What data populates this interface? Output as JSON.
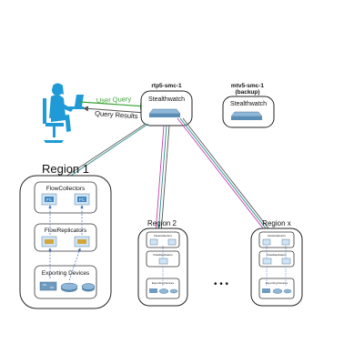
{
  "user": {
    "query_label": "User Query",
    "results_label": "Query Results"
  },
  "primary_smc": {
    "hostname": "rtp5-smc-1",
    "product": "Stealthwatch"
  },
  "backup_smc": {
    "hostname": "mtv5-smc-1",
    "role": "(backup)",
    "product": "Stealthwatch"
  },
  "region1": {
    "title": "Region 1",
    "flowcollectors_label": "FlowCollectors",
    "flowreplicators_label": "FlowReplicators",
    "exporting_label": "Exporting Devices",
    "fc_chip_text": "FC"
  },
  "region2": {
    "title": "Region 2",
    "flowcollectors_label": "FlowCollectors",
    "flowreplicators_label": "FlowReplicators",
    "exporting_label": "Exporting Devices"
  },
  "regionx": {
    "title": "Region x",
    "flowcollectors_label": "FlowCollectors",
    "flowreplicators_label": "FlowReplicators",
    "exporting_label": "Exporting Devices"
  },
  "ellipsis": "• • •",
  "colors": {
    "user_blue": "#1f9ad6",
    "query_green": "#3aa335",
    "link_teal": "#2a8c8c",
    "link_magenta": "#c040b0",
    "link_gray": "#555555"
  }
}
